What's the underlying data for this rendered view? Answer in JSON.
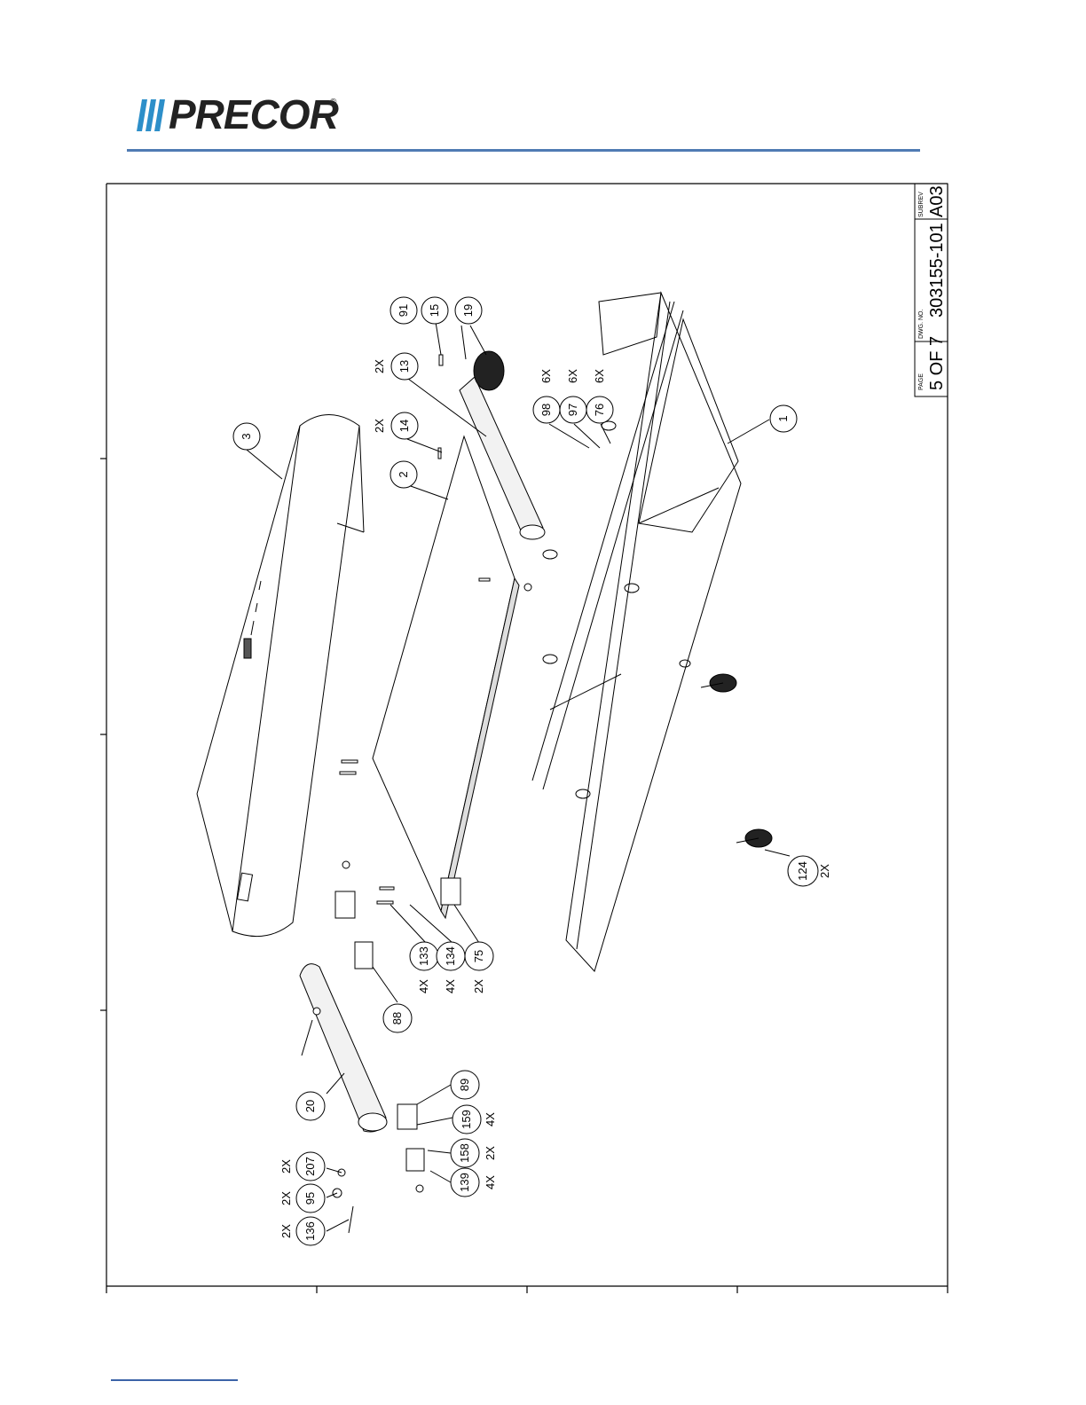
{
  "brand": {
    "name": "PRECOR",
    "reg": "®"
  },
  "title_block": {
    "page_label": "PAGE",
    "page_value": "5 OF 7",
    "dwg_label": "DWG. NO.",
    "dwg_value": "303155-101",
    "subrev_label": "SUBREV",
    "subrev_value": "A03"
  },
  "callouts": [
    {
      "id": "c1",
      "label": "1",
      "qty": ""
    },
    {
      "id": "c2",
      "label": "2",
      "qty": ""
    },
    {
      "id": "c3",
      "label": "3",
      "qty": ""
    },
    {
      "id": "c13",
      "label": "13",
      "qty": "2X"
    },
    {
      "id": "c14",
      "label": "14",
      "qty": "2X"
    },
    {
      "id": "c15",
      "label": "15",
      "qty": ""
    },
    {
      "id": "c19",
      "label": "19",
      "qty": ""
    },
    {
      "id": "c91",
      "label": "91",
      "qty": ""
    },
    {
      "id": "c98",
      "label": "98",
      "qty": "6X"
    },
    {
      "id": "c97",
      "label": "97",
      "qty": "6X"
    },
    {
      "id": "c76",
      "label": "76",
      "qty": "6X"
    },
    {
      "id": "c124",
      "label": "124",
      "qty": "2X"
    },
    {
      "id": "c133",
      "label": "133",
      "qty": "4X"
    },
    {
      "id": "c134",
      "label": "134",
      "qty": "4X"
    },
    {
      "id": "c75",
      "label": "75",
      "qty": "2X"
    },
    {
      "id": "c88",
      "label": "88",
      "qty": ""
    },
    {
      "id": "c20",
      "label": "20",
      "qty": ""
    },
    {
      "id": "c89",
      "label": "89",
      "qty": ""
    },
    {
      "id": "c159",
      "label": "159",
      "qty": "4X"
    },
    {
      "id": "c158",
      "label": "158",
      "qty": "2X"
    },
    {
      "id": "c139",
      "label": "139",
      "qty": "4X"
    },
    {
      "id": "c207",
      "label": "207",
      "qty": "2X"
    },
    {
      "id": "c95",
      "label": "95",
      "qty": "2X"
    },
    {
      "id": "c136",
      "label": "136",
      "qty": "2X"
    }
  ]
}
